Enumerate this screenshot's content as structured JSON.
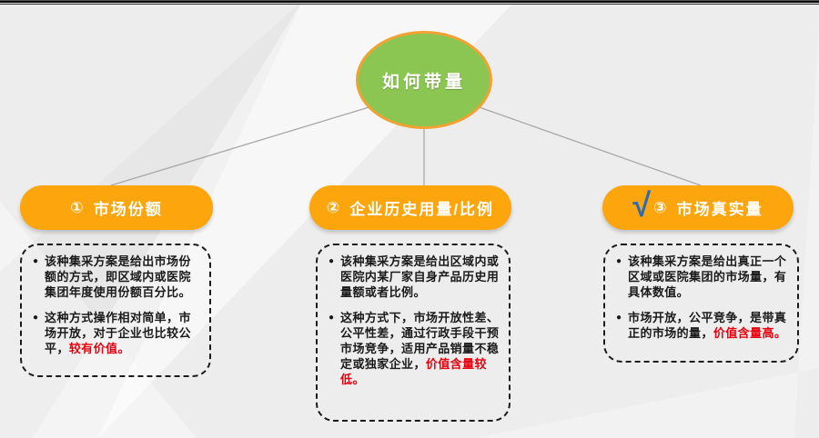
{
  "root": {
    "label": "如何带量"
  },
  "ui": {
    "bullet_glyph": "●"
  },
  "palette": {
    "background": "#EDEDED",
    "root_fill": "#8CC652",
    "root_border": "#F0A232",
    "pill_fill": "#FCA50D",
    "pill_text": "#FFFFFF",
    "card_border": "#1A1A1A",
    "text": "#1A1A1A",
    "highlight": "#E8000D",
    "check": "#2B6CB8",
    "connector": "#A8A8A8"
  },
  "columns": [
    {
      "header": {
        "number": "①",
        "label": "市场份额"
      },
      "bullets": [
        {
          "text": "该种集采方案是给出市场份额的方式，即区域内或医院集团年度使用份额百分比。",
          "highlight": ""
        },
        {
          "text": "这种方式操作相对简单，市场开放，对于企业也比较公平，",
          "highlight": "较有价值。"
        }
      ]
    },
    {
      "header": {
        "number": "②",
        "label": "企业历史用量/比例"
      },
      "bullets": [
        {
          "text": "该种集采方案是给出区域内或医院内某厂家自身产品历史用量额或者比例。",
          "highlight": ""
        },
        {
          "text": "这种方式下，市场开放性差、公平性差，通过行政手段干预市场竞争，适用产品销量不稳定或独家企业，",
          "highlight": "价值含量较低。"
        }
      ]
    },
    {
      "header": {
        "number": "③",
        "label": "市场真实量",
        "check": "√"
      },
      "bullets": [
        {
          "text": "该种集采方案是给出真正一个区域或医院集团的市场量，有具体数值。",
          "highlight": ""
        },
        {
          "text": "市场开放，公平竞争，是带真正的市场的量，",
          "highlight": "价值含量高。"
        }
      ]
    }
  ]
}
